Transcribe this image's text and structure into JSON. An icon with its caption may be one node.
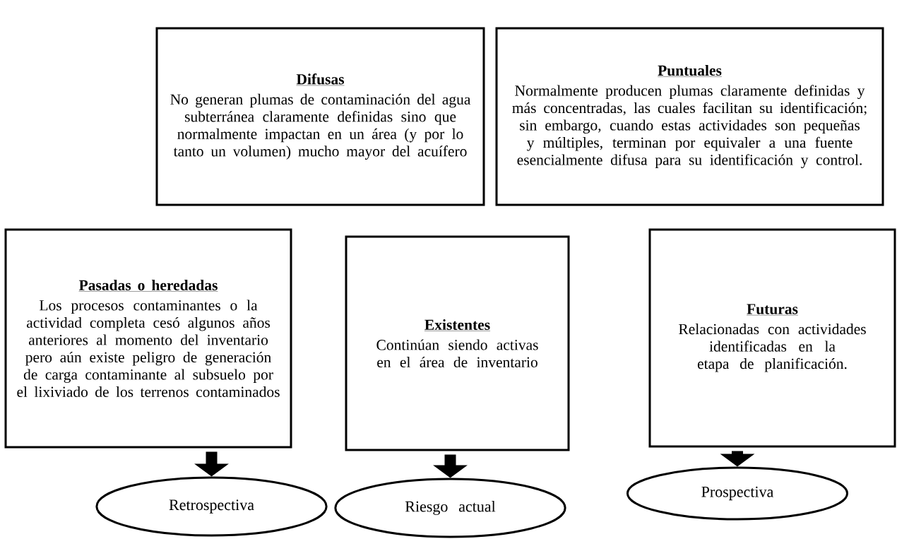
{
  "diagram": {
    "nodes": [
      {
        "text": [
          "Difusas",
          "No generan plumas de contaminación del agua subterránea claramente definidas sino que normalmente impactan en un área (y por lo tanto un volumen) mucho mayor del acuífero"
        ]
      },
      {
        "text": [
          "Puntuales",
          "Normalmente producen plumas claramente definidas y más concentradas, las cuales facilitan su identificación; sin embargo, cuando estas actividades son pequeñas y múltiples, terminan por equivaler a una fuente esencialmente difusa para su identificación y control."
        ]
      },
      {
        "text": [
          "Pasadas o heredadas",
          "Los procesos contaminantes o la actividad completa cesó algunos años anteriores al momento del inventario pero aún existe peligro de generación de carga contaminante al subsuelo por el lixiviado de los terrenos contaminados"
        ]
      },
      {
        "text": [
          "Existentes",
          "Continúan siendo activas en el área de inventario"
        ]
      },
      {
        "text": [
          "Futuras",
          "Relacionadas con actividades identificadas en la etapa de planificación."
        ]
      },
      {
        "text": [
          "Retrospectiva"
        ]
      },
      {
        "text": [
          "Riesgo actual"
        ]
      },
      {
        "text": [
          "Prospectiva"
        ]
      }
    ],
    "edges": [
      {
        "from": 2,
        "to": 5,
        "arrow": "to"
      },
      {
        "from": 3,
        "to": 6,
        "arrow": "to"
      },
      {
        "from": 4,
        "to": 7,
        "arrow": "to"
      }
    ]
  }
}
